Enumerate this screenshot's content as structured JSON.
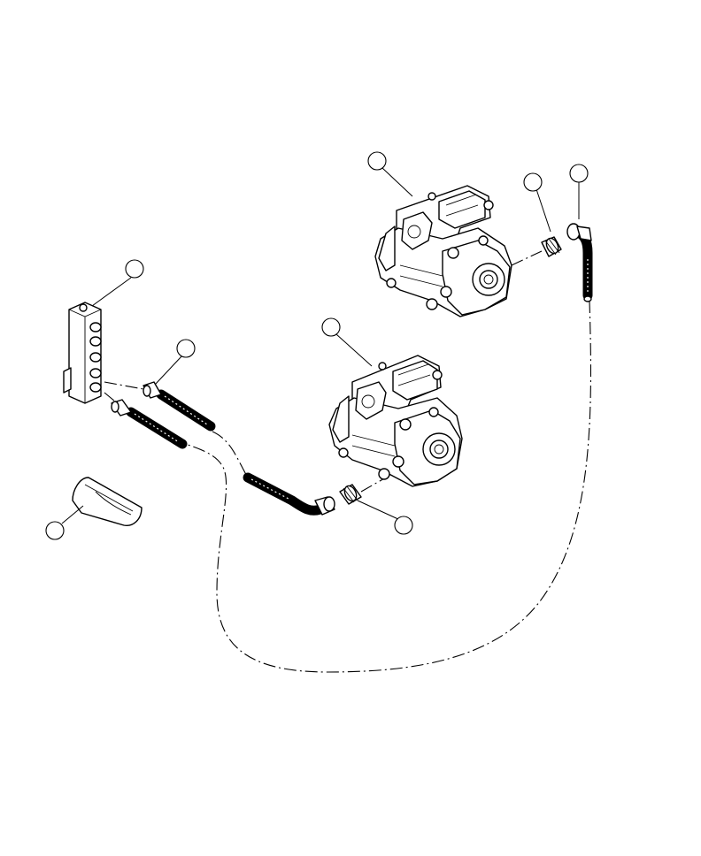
{
  "diagram": {
    "background": "#ffffff",
    "line_color": "#000000",
    "callouts": [
      {
        "id": "pump-top"
      },
      {
        "id": "fitting-top"
      },
      {
        "id": "elbow-hose-top"
      },
      {
        "id": "manifold"
      },
      {
        "id": "hose-pair"
      },
      {
        "id": "pump-bottom"
      },
      {
        "id": "fitting-bottom"
      },
      {
        "id": "shield"
      }
    ]
  }
}
